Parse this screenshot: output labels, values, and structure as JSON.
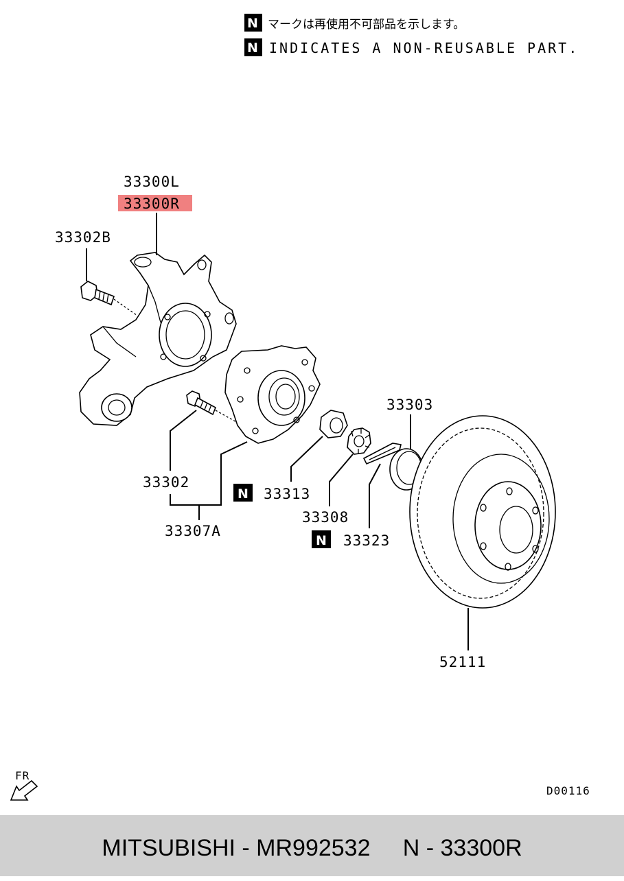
{
  "notes": {
    "badge": "N",
    "japanese": "マークは再使用不可部品を示します。",
    "english": "INDICATES A NON-REUSABLE PART."
  },
  "labels": {
    "knuckle_left": "33300L",
    "knuckle_right": "33300R",
    "bolt": "33302B",
    "hub_bolt": "33302",
    "hub_assembly": "33307A",
    "nut": "33313",
    "lock_cap": "33308",
    "cotter_pin": "33323",
    "grease_cap": "33303",
    "brake_disc": "52111"
  },
  "highlight_color": "#f08080",
  "direction": "FR",
  "diagram_code": "D00116",
  "footer": {
    "brand": "MITSUBISHI",
    "part_number": "MR992532",
    "ref": "N - 33300R"
  }
}
